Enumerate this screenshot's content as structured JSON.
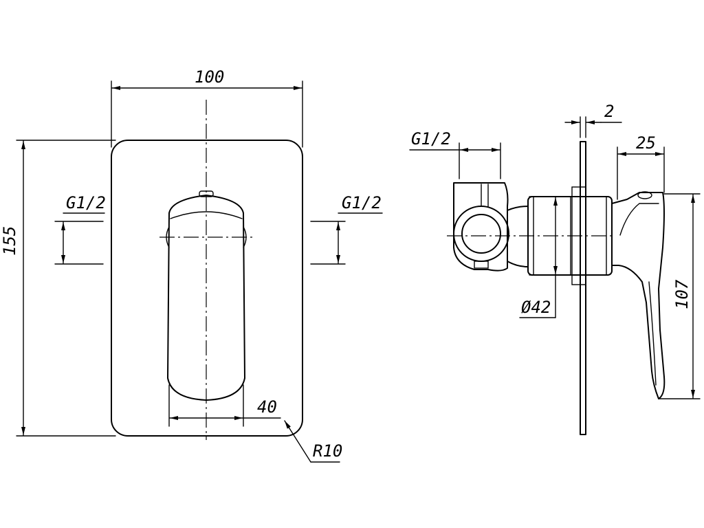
{
  "front_view": {
    "width_label": "100",
    "height_label": "155",
    "inlet_left_label": "G1/2",
    "inlet_right_label": "G1/2",
    "handle_width_label": "40",
    "radius_label": "R10"
  },
  "side_view": {
    "plate_thickness_label": "2",
    "inlet_label": "G1/2",
    "handle_depth_label": "25",
    "body_diameter_label": "Ø42",
    "handle_height_label": "107"
  }
}
